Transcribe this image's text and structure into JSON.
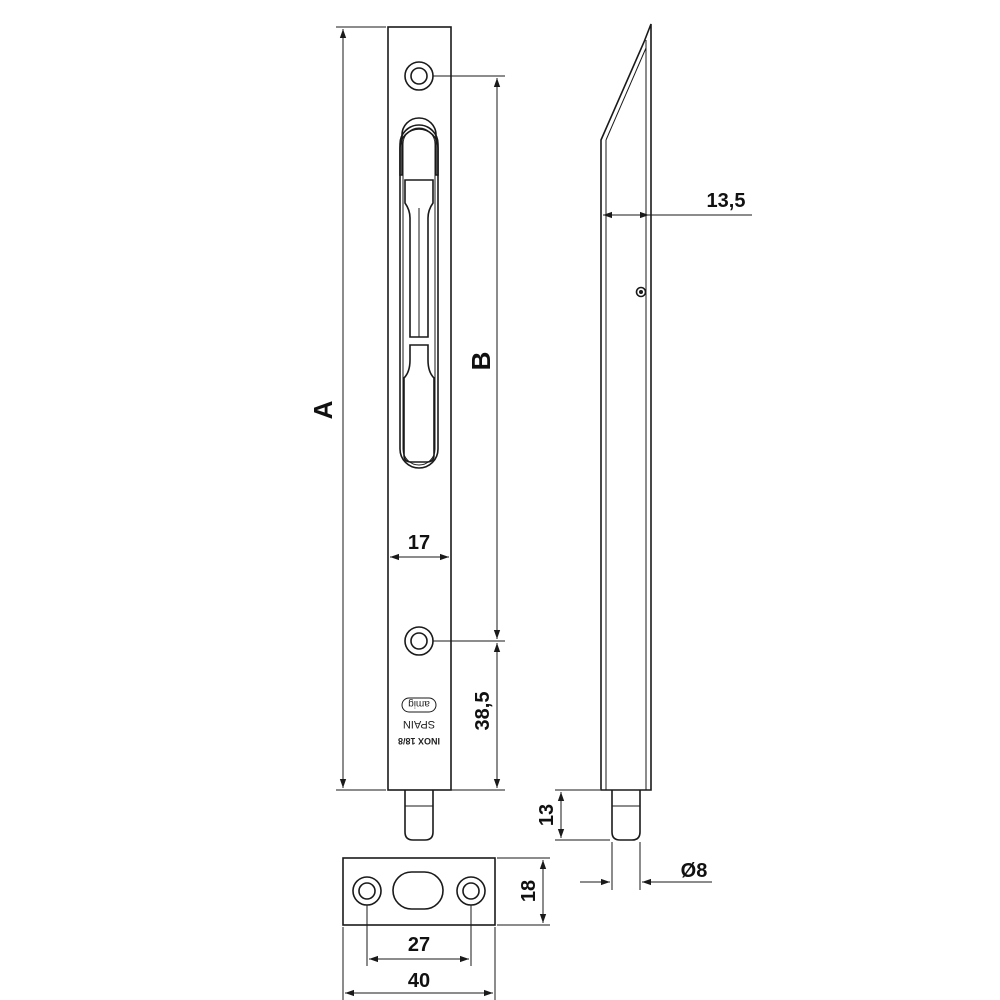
{
  "dimensions": {
    "overall_length": "A",
    "hole_spacing": "B",
    "plate_width": "17",
    "bolt_thickness": "13,5",
    "bottom_offset": "38,5",
    "pin_length": "13",
    "pin_diameter": "Ø8",
    "keeper_height": "18",
    "keeper_hole_spacing": "27",
    "keeper_width": "40"
  },
  "stamp": {
    "material": "INOX 18/8",
    "origin": "SPAIN",
    "brand": "amig"
  },
  "colors": {
    "line": "#1a1a1a",
    "background": "#ffffff"
  }
}
